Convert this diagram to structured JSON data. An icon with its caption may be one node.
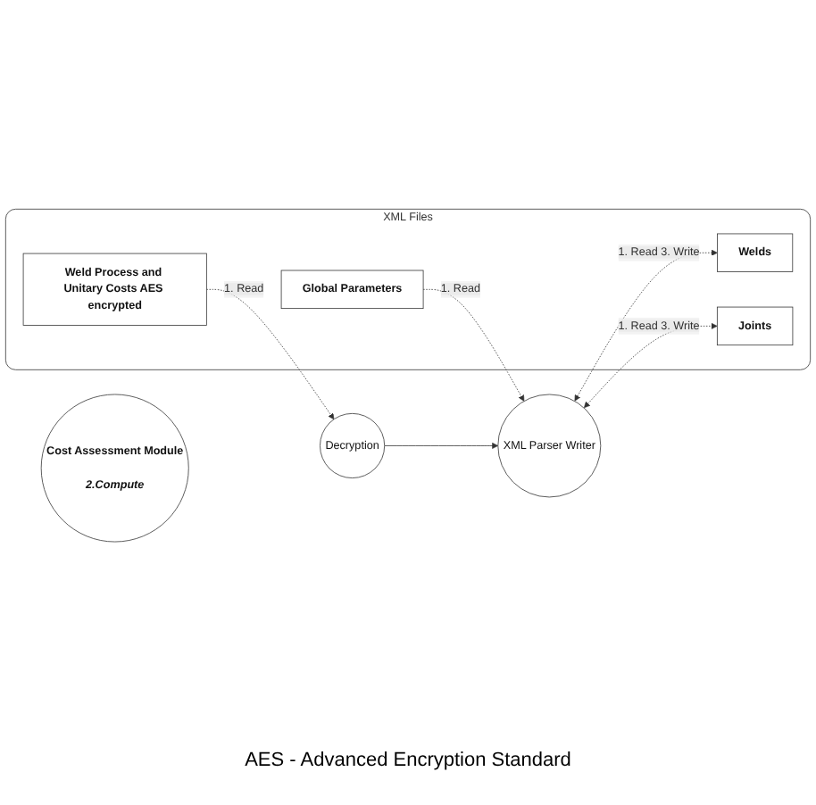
{
  "diagram": {
    "caption": "AES - Advanced Encryption Standard",
    "nodes": [
      {
        "text": [
          "XML Files"
        ]
      },
      {
        "text": [
          "Weld Process and Unitary Costs AES encrypted"
        ],
        "in": 0
      },
      {
        "text": [
          "Global Parameters"
        ],
        "in": 0
      },
      {
        "text": [
          "Welds"
        ],
        "in": 0
      },
      {
        "text": [
          "Joints"
        ],
        "in": 0
      },
      {
        "text": [
          "Decryption"
        ]
      },
      {
        "text": [
          "XML Parser Writer"
        ]
      },
      {
        "text": [
          "Cost Assessment Module",
          "2.Compute"
        ]
      }
    ],
    "edges": [
      {
        "from": 1,
        "to": 5,
        "arrow": "to",
        "label": "1. Read",
        "style": "dashed"
      },
      {
        "from": 5,
        "to": 6,
        "arrow": "to"
      },
      {
        "from": 2,
        "to": 6,
        "arrow": "to",
        "label": "1. Read",
        "style": "dashed"
      },
      {
        "from": 6,
        "to": 3,
        "arrow": "both",
        "label": "1. Read 3. Write",
        "style": "dashed"
      },
      {
        "from": 6,
        "to": 4,
        "arrow": "both",
        "label": "1. Read 3. Write",
        "style": "dashed"
      }
    ]
  }
}
